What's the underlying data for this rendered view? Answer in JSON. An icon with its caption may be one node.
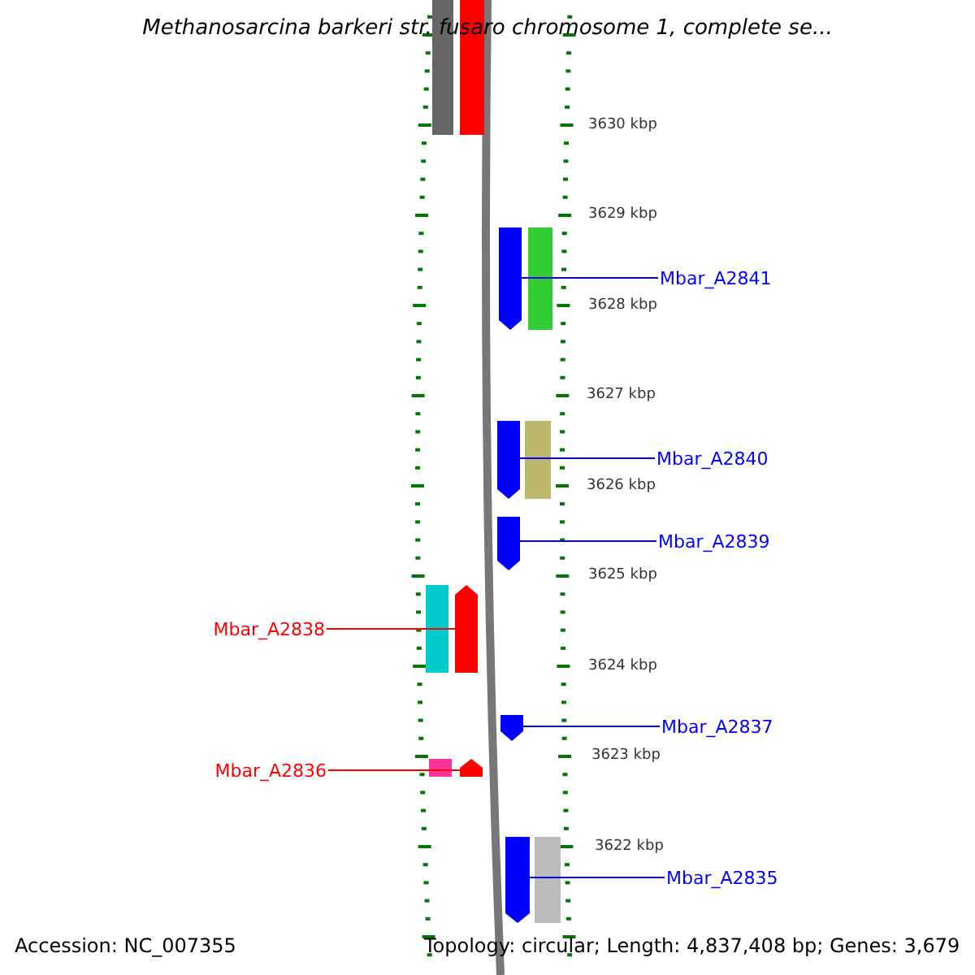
{
  "diagram": {
    "title": "Methanosarcina barkeri str. fusaro chromosome 1, complete se...",
    "nodes": [
      {
        "text": [
          "Mbar_A2841"
        ]
      },
      {
        "text": [],
        "shape": "bar"
      },
      {
        "text": [
          "Mbar_A2840"
        ]
      },
      {
        "text": [],
        "shape": "bar"
      },
      {
        "text": [
          "Mbar_A2839"
        ]
      },
      {
        "text": [],
        "shape": "bar"
      },
      {
        "text": [
          "Mbar_A2838"
        ]
      },
      {
        "text": [],
        "shape": "bar"
      },
      {
        "text": [
          "Mbar_A2837"
        ]
      },
      {
        "text": [],
        "shape": "bar"
      },
      {
        "text": [
          "Mbar_A2836"
        ]
      },
      {
        "text": [],
        "shape": "bar"
      },
      {
        "text": [
          "Mbar_A2835"
        ]
      },
      {
        "text": [],
        "shape": "bar"
      }
    ],
    "edges": [
      {
        "from": 0,
        "to": 1,
        "arrow": "none"
      },
      {
        "from": 2,
        "to": 3,
        "arrow": "none"
      },
      {
        "from": 4,
        "to": 5,
        "arrow": "none"
      },
      {
        "from": 6,
        "to": 7,
        "arrow": "none",
        "color": "#ff0000"
      },
      {
        "from": 8,
        "to": 9,
        "arrow": "none"
      },
      {
        "from": 10,
        "to": 11,
        "arrow": "none",
        "color": "#ff0000"
      },
      {
        "from": 12,
        "to": 13,
        "arrow": "none"
      }
    ],
    "labels": [
      "3630 kbp",
      "3629 kbp",
      "3628 kbp",
      "3627 kbp",
      "3626 kbp",
      "3625 kbp",
      "3624 kbp",
      "3623 kbp",
      "3622 kbp",
      "Accession: NC_007355",
      "Topology: circular; Length: 4,837,408 bp; Genes: 3,679"
    ]
  }
}
